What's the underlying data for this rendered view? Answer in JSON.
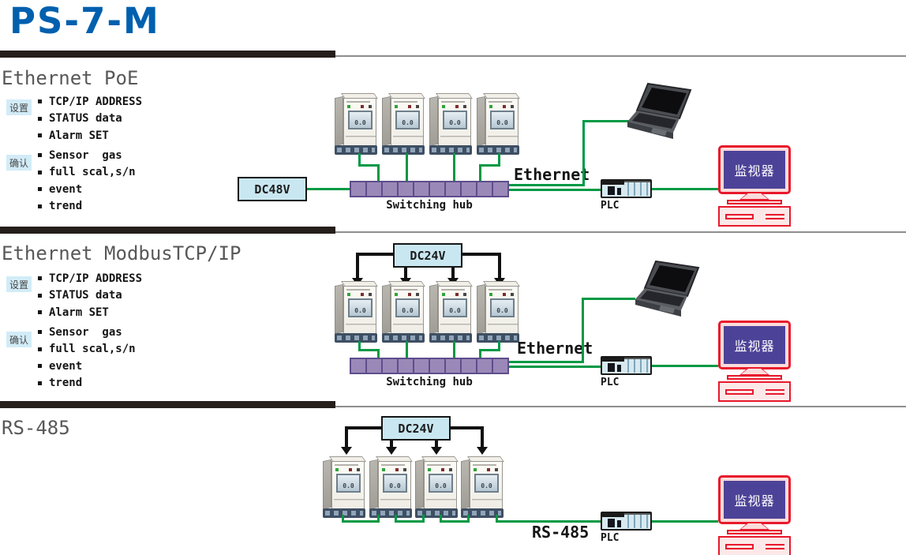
{
  "header": {
    "title": "PS-7-M"
  },
  "shared": {
    "setup_badge": "设置",
    "confirm_badge": "确认",
    "setup_items": [
      "TCP/IP ADDRESS",
      "STATUS data",
      "Alarm SET"
    ],
    "confirm_items": [
      "Sensor  gas",
      "full scal,s/n",
      "event",
      "trend"
    ],
    "hub_label": "Switching hub",
    "plc_label": "PLC",
    "monitor_label": "监视器",
    "device_reading": "0.0"
  },
  "sections": [
    {
      "title": "Ethernet PoE",
      "power": "DC48V",
      "bus": "Ethernet"
    },
    {
      "title": "Ethernet ModbusTCP/IP",
      "power": "DC24V",
      "bus": "Ethernet"
    },
    {
      "title": "RS-485",
      "power": "DC24V",
      "bus": "RS-485"
    }
  ],
  "colors": {
    "brand_blue": "#0060ae",
    "section_bar": "#251e1b",
    "section_title_gray": "#595757",
    "cable_green": "#009944",
    "hub_purple": "#9a89b8",
    "power_box_blue": "#c9e7f1",
    "badge_blue": "#d2ecf7",
    "monitor_red": "#e8192c",
    "monitor_screen_purple": "#4c4398",
    "plc_blue": "#d6e9f1"
  }
}
